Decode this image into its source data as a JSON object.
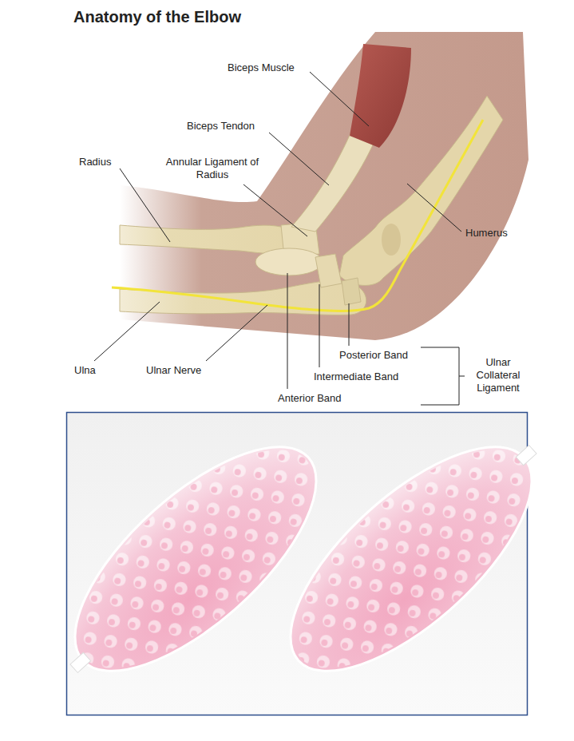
{
  "diagram": {
    "title": "Anatomy of the Elbow",
    "labels": [
      "Biceps Muscle",
      "Biceps Tendon",
      "Radius",
      "Annular Ligament of Radius",
      "Humerus",
      "Ulna",
      "Ulnar Nerve",
      "Posterior Band",
      "Intermediate Band",
      "Anterior Band",
      "Ulnar Collateral Ligament"
    ]
  }
}
